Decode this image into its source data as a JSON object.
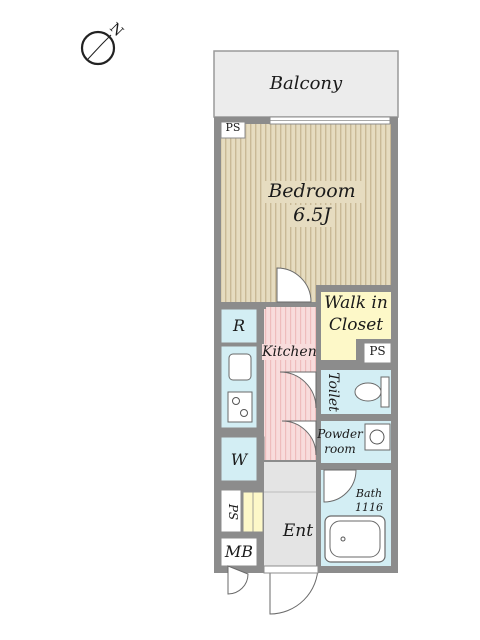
{
  "compass": {
    "north_label": "N"
  },
  "rooms": {
    "balcony": {
      "label": "Balcony"
    },
    "bedroom": {
      "label": "Bedroom",
      "size": "6.5J"
    },
    "walk_in_closet": {
      "line1": "Walk in",
      "line2": "Closet"
    },
    "kitchen": {
      "label": "Kitchen"
    },
    "toilet": {
      "label": "Toilet"
    },
    "powder_room": {
      "line1": "Powder",
      "line2": "room"
    },
    "bath": {
      "label": "Bath",
      "size": "1116"
    },
    "entrance": {
      "label": "Ent"
    }
  },
  "fixtures": {
    "ps_top": "PS",
    "ps_mid": "PS",
    "ps_lower": "PS",
    "refrigerator": "R",
    "washer": "W",
    "meter_box": "MB"
  },
  "colors": {
    "wall": "#8c8c8c",
    "bedroom_floor": "#e6dcc0",
    "bedroom_stripe": "#c9b996",
    "kitchen_floor": "#f8dcdc",
    "kitchen_stripe": "#eebcbc",
    "closet_floor": "#fdf8c8",
    "wet_area": "#d3eef4",
    "balcony": "#ececec",
    "entrance": "#e4e4e4"
  }
}
